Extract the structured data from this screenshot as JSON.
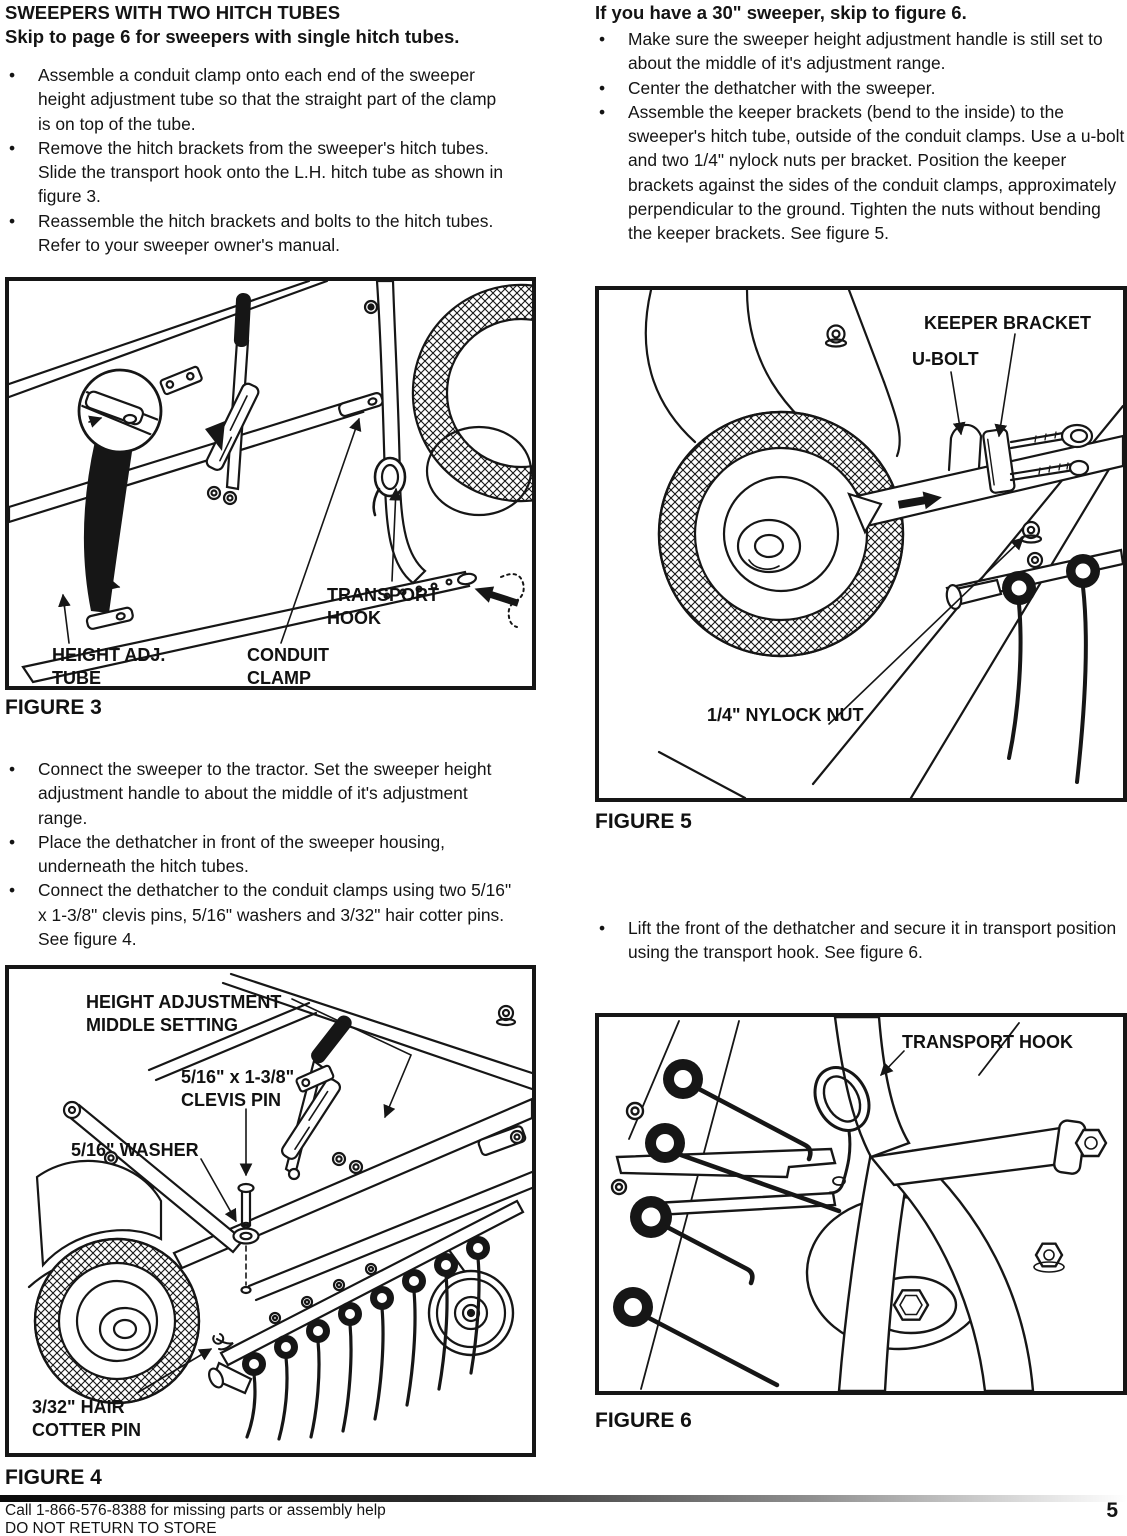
{
  "ui": {
    "bullet": "•"
  },
  "left": {
    "heading1": "SWEEPERS WITH TWO HITCH TUBES",
    "heading2": "Skip to page 6 for sweepers with single  hitch tubes.",
    "bullets_top": [
      "Assemble a conduit clamp onto each end of the sweeper height adjustment tube so that the straight part of the clamp is on top of the tube.",
      "Remove the hitch brackets from the sweeper's hitch tubes. Slide the transport hook onto the L.H. hitch tube as shown in figure 3.",
      "Reassemble the hitch brackets and bolts to the hitch tubes. Refer to your sweeper owner's manual."
    ],
    "figure3": {
      "caption": "FIGURE 3",
      "labels": {
        "transport_hook": "TRANSPORT\nHOOK",
        "height_adj_tube": "HEIGHT ADJ.\nTUBE",
        "conduit_clamp": "CONDUIT\nCLAMP"
      }
    },
    "bullets_mid": [
      "Connect the sweeper to the tractor. Set the sweeper height adjustment handle to about the middle of it's adjustment range.",
      "Place the dethatcher in front of the sweeper housing, underneath the hitch tubes.",
      "Connect the dethatcher to the conduit clamps using two 5/16\" x 1-3/8\" clevis pins, 5/16\" washers and 3/32\" hair cotter pins. See figure 4."
    ],
    "figure4": {
      "caption": "FIGURE 4",
      "labels": {
        "height_adjustment": "HEIGHT ADJUSTMENT\nMIDDLE SETTING",
        "clevis_pin": "5/16\" x 1-3/8\"\nCLEVIS PIN",
        "washer": "5/16\" WASHER",
        "cotter_pin": "3/32\" HAIR\nCOTTER PIN"
      }
    }
  },
  "right": {
    "heading": "If you have a 30\" sweeper, skip to figure 6.",
    "bullets_top": [
      "Make sure the sweeper height adjustment handle is still set to about the middle of it's adjustment range.",
      "Center the dethatcher with the sweeper.",
      "Assemble the keeper brackets (bend to the inside) to the sweeper's hitch tube, outside of the conduit clamps. Use a u-bolt and two 1/4\" nylock nuts per bracket. Position the keeper brackets against the sides of the conduit clamps, approximately perpendicular to the ground. Tighten the nuts without bending the keeper brackets. See figure 5."
    ],
    "figure5": {
      "caption": "FIGURE 5",
      "labels": {
        "keeper_bracket": "KEEPER BRACKET",
        "u_bolt": "U-BOLT",
        "nylock_nut": "1/4\" NYLOCK NUT"
      }
    },
    "bullet_transport": "Lift the front of the dethatcher and secure it in transport position using the transport hook. See figure 6.",
    "figure6": {
      "caption": "FIGURE 6",
      "labels": {
        "transport_hook": "TRANSPORT HOOK"
      }
    }
  },
  "footer": {
    "line1": "Call 1-866-576-8388 for missing parts or assembly help",
    "line2": "DO NOT RETURN TO STORE",
    "page_number": "5"
  }
}
